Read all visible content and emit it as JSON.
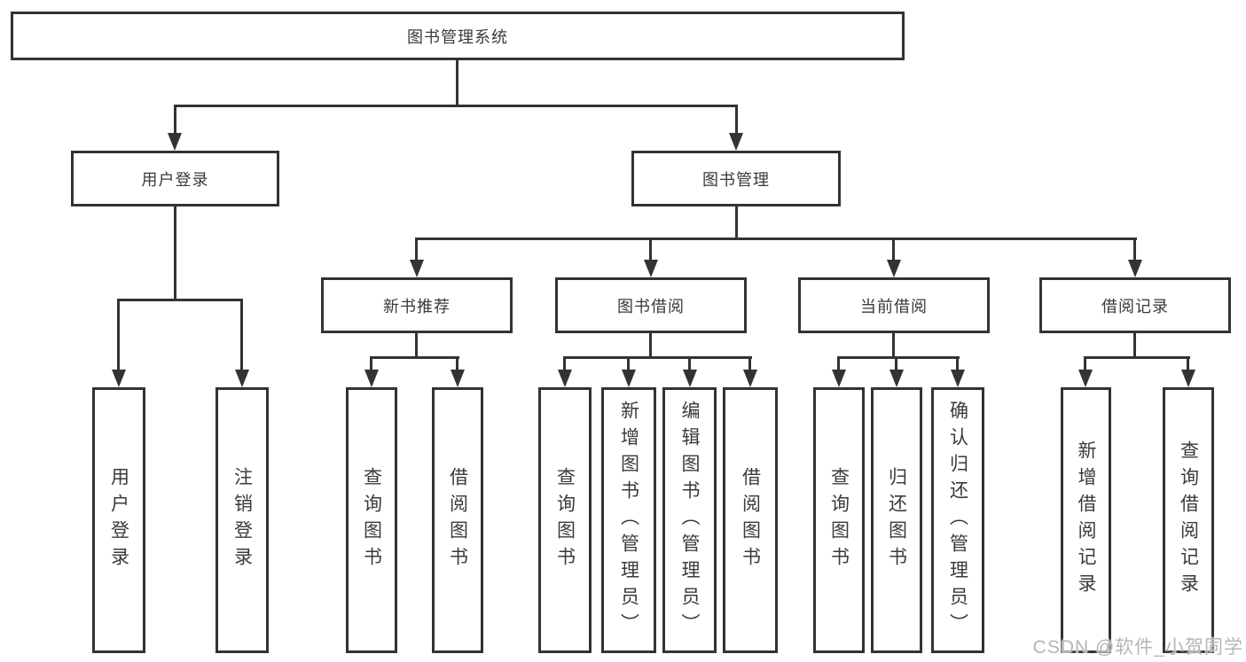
{
  "diagram": {
    "type": "hierarchy",
    "tree": {
      "label": "图书管理系统",
      "children": [
        {
          "label": "用户登录",
          "children": [
            {
              "label": "用户登录"
            },
            {
              "label": "注销登录"
            }
          ]
        },
        {
          "label": "图书管理",
          "children": [
            {
              "label": "新书推荐",
              "children": [
                {
                  "label": "查询图书"
                },
                {
                  "label": "借阅图书"
                }
              ]
            },
            {
              "label": "图书借阅",
              "children": [
                {
                  "label": "查询图书"
                },
                {
                  "label": "新增图书（管理员）"
                },
                {
                  "label": "编辑图书（管理员）"
                },
                {
                  "label": "借阅图书"
                }
              ]
            },
            {
              "label": "当前借阅",
              "children": [
                {
                  "label": "查询图书"
                },
                {
                  "label": "归还图书"
                },
                {
                  "label": "确认归还（管理员）"
                }
              ]
            },
            {
              "label": "借阅记录",
              "children": [
                {
                  "label": "新增借阅记录"
                },
                {
                  "label": "查询借阅记录"
                }
              ]
            }
          ]
        }
      ]
    },
    "connector_style": "right-angle lines with solid down arrowheads"
  },
  "watermark": {
    "text": "CSDN @软件_小贺同学"
  },
  "colors": {
    "line": "#333333",
    "box_border": "#333333",
    "text": "#3a3a3a",
    "background": "#ffffff",
    "watermark": "#b3b6ba"
  }
}
